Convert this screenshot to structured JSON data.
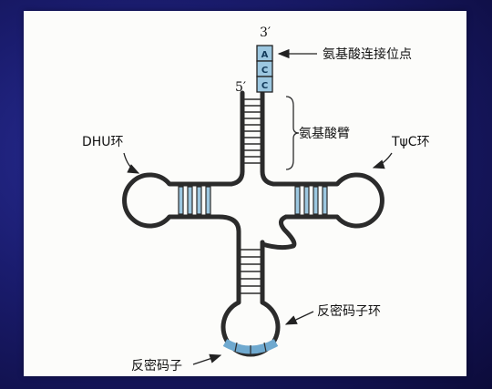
{
  "labels": {
    "three_prime": "3′",
    "five_prime": "5′",
    "acceptor_site": "氨基酸连接位点",
    "acceptor_arm": "氨基酸臂",
    "dhu_loop": "DHU环",
    "tpsic_loop": "TψC环",
    "anticodon_loop": "反密码子环",
    "anticodon": "反密码子"
  },
  "acc_bases": [
    "A",
    "C",
    "C"
  ],
  "colors": {
    "background": "#1a1c6e",
    "stem": "#333333",
    "base_fill": "#9cc7e0",
    "panel": "#fcfcfa"
  }
}
